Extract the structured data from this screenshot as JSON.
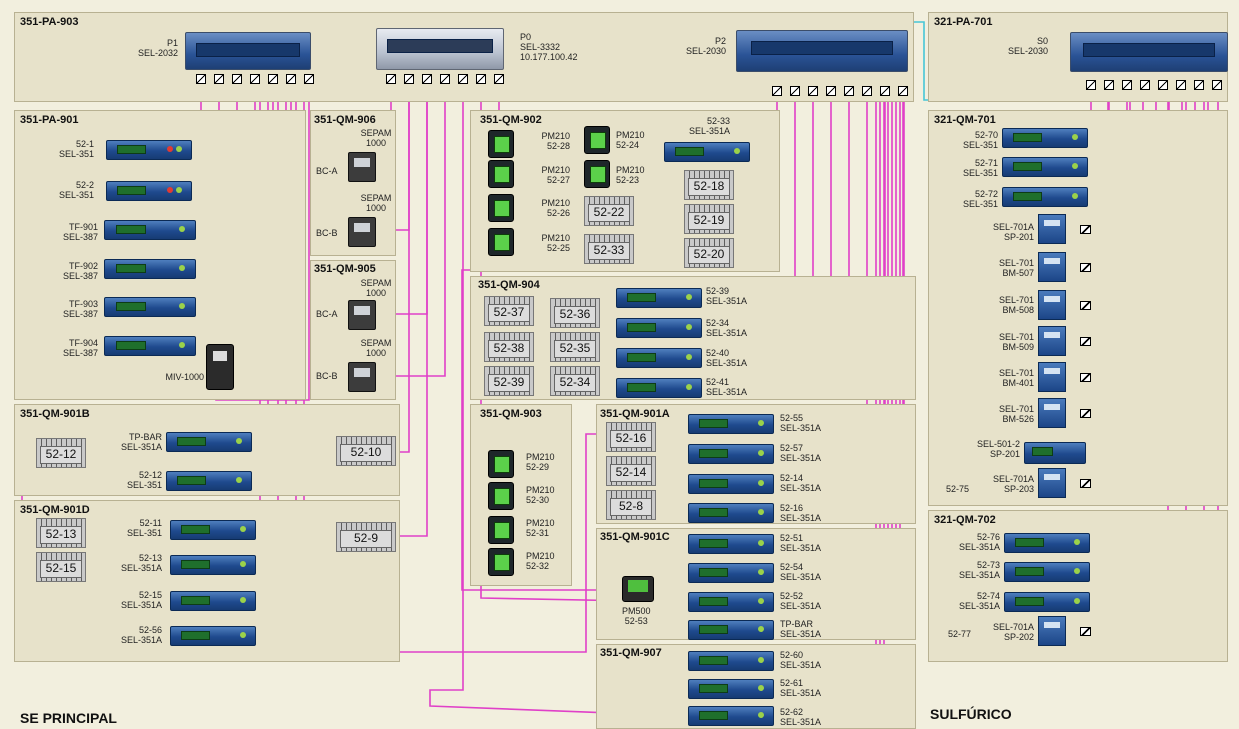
{
  "colors": {
    "wire": "#e040c8",
    "link": "#cc2020",
    "fiber": "#46c6d6",
    "panel": "#e7e2ca"
  },
  "zones": {
    "pa903": "351-PA-903",
    "pa901": "351-PA-901",
    "qm906": "351-QM-906",
    "qm905": "351-QM-905",
    "qm902": "351-QM-902",
    "qm904": "351-QM-904",
    "qm903": "351-QM-903",
    "qm901a": "351-QM-901A",
    "qm901c": "351-QM-901C",
    "qm907": "351-QM-907",
    "qm901b": "351-QM-901B",
    "qm901d": "351-QM-901D",
    "pa701": "321-PA-701",
    "qm701": "321-QM-701",
    "qm702": "321-QM-702",
    "se_principal": "SE PRINCIPAL",
    "sulfurico": "SULFÚRICO"
  },
  "top": {
    "p1": "P1\nSEL-2032",
    "p0": "P0\nSEL-3332\n10.177.100.42",
    "p2": "P2\nSEL-2030",
    "s0": "S0\nSEL-2030"
  },
  "pa901": {
    "r1": "52-1\nSEL-351",
    "r2": "52-2\nSEL-351",
    "r3": "TF-901\nSEL-387",
    "r4": "TF-902\nSEL-387",
    "r5": "TF-903\nSEL-387",
    "r6": "TF-904\nSEL-387",
    "miv": "MIV-1000"
  },
  "qm906": {
    "s1": "SEPAM\n1000",
    "s2": "SEPAM\n1000",
    "bca": "BC-A",
    "bcb": "BC-B"
  },
  "qm905": {
    "s1": "SEPAM\n1000",
    "s2": "SEPAM\n1000",
    "bca": "BC-A",
    "bcb": "BC-B"
  },
  "qm902": {
    "pm1": "PM210\n52-28",
    "pm2": "PM210\n52-24",
    "pm3": "PM210\n52-27",
    "pm4": "PM210\n52-23",
    "pm5": "PM210\n52-26",
    "pm6": "PM210\n52-25",
    "relay": "52-33\nSEL-351A",
    "b22": "52-22",
    "b33": "52-33",
    "b18": "52-18",
    "b19": "52-19",
    "b20": "52-20"
  },
  "qm904": {
    "b37": "52-37",
    "b36": "52-36",
    "b38": "52-38",
    "b35": "52-35",
    "b39": "52-39",
    "b34": "52-34",
    "r1": "52-39\nSEL-351A",
    "r2": "52-34\nSEL-351A",
    "r3": "52-40\nSEL-351A",
    "r4": "52-41\nSEL-351A"
  },
  "qm903": {
    "pm1": "PM210\n52-29",
    "pm2": "PM210\n52-30",
    "pm3": "PM210\n52-31",
    "pm4": "PM210\n52-32"
  },
  "qm901a": {
    "b16": "52-16",
    "b14": "52-14",
    "b8": "52-8",
    "r1": "52-55\nSEL-351A",
    "r2": "52-57\nSEL-351A",
    "r3": "52-14\nSEL-351A",
    "r4": "52-16\nSEL-351A"
  },
  "qm901c": {
    "r1": "52-51\nSEL-351A",
    "r2": "52-54\nSEL-351A",
    "r3": "52-52\nSEL-351A",
    "r4": "TP-BAR\nSEL-351A",
    "pm500": "PM500\n52-53"
  },
  "qm907": {
    "r1": "52-60\nSEL-351A",
    "r2": "52-61\nSEL-351A",
    "r3": "52-62\nSEL-351A"
  },
  "qm901b": {
    "b12": "52-12",
    "b10": "52-10",
    "r1": "TP-BAR\nSEL-351A",
    "r2": "52-12\nSEL-351"
  },
  "qm901d": {
    "b13": "52-13",
    "b15": "52-15",
    "b9": "52-9",
    "r1": "52-11\nSEL-351",
    "r2": "52-13\nSEL-351A",
    "r3": "52-15\nSEL-351A",
    "r4": "52-56\nSEL-351A"
  },
  "qm701": {
    "r1": "52-70\nSEL-351",
    "r2": "52-71\nSEL-351",
    "r3": "52-72\nSEL-351",
    "t1": "SEL-701A\nSP-201",
    "t2": "SEL-701\nBM-507",
    "t3": "SEL-701\nBM-508",
    "t4": "SEL-701\nBM-509",
    "t5": "SEL-701\nBM-401",
    "t6": "SEL-701\nBM-526",
    "t7": "SEL-501-2\nSP-201",
    "t8": "SEL-701A\nSP-203",
    "t8pre": "52-75"
  },
  "qm702": {
    "r1": "52-76\nSEL-351A",
    "r2": "52-73\nSEL-351A",
    "r3": "52-74\nSEL-351A",
    "t1": "SEL-701A\nSP-202",
    "t1pre": "52-77"
  }
}
